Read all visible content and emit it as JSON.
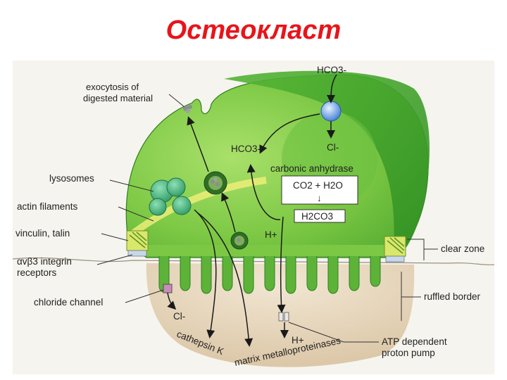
{
  "title": "Остеокласт",
  "labels": {
    "exocytosis": [
      "exocytosis of",
      "digested material"
    ],
    "lysosomes": "lysosomes",
    "actin": "actin filaments",
    "vinculin": "vinculin, talin",
    "integrin": [
      "αvβ3 integrin",
      "receptors"
    ],
    "chloride_channel": "chloride channel",
    "clear_zone": "clear zone",
    "ruffled_border": "ruffled border",
    "proton_pump": [
      "ATP dependent",
      "proton pump"
    ],
    "hco3_top": "HCO3-",
    "hco3_mid": "HCO3-",
    "cl_inner": "Cl-",
    "carbonic_anhydrase": "carbonic anhydrase",
    "reaction_top": "CO2 + H2O",
    "reaction_arrow": "↓",
    "reaction_bottom": "H2CO3",
    "h_plus_inner": "H+",
    "h_plus_bottom": "H+",
    "cl_bottom": "Cl-",
    "cathepsin": "cathepsin K",
    "mmp": "matrix metalloproteinases"
  },
  "colors": {
    "title": "#e8141b",
    "cell_light": "#8fd14f",
    "cell_dark": "#3e9a2a",
    "bone": "#e6d4b8",
    "lysosome": "#4fbf8a"
  }
}
